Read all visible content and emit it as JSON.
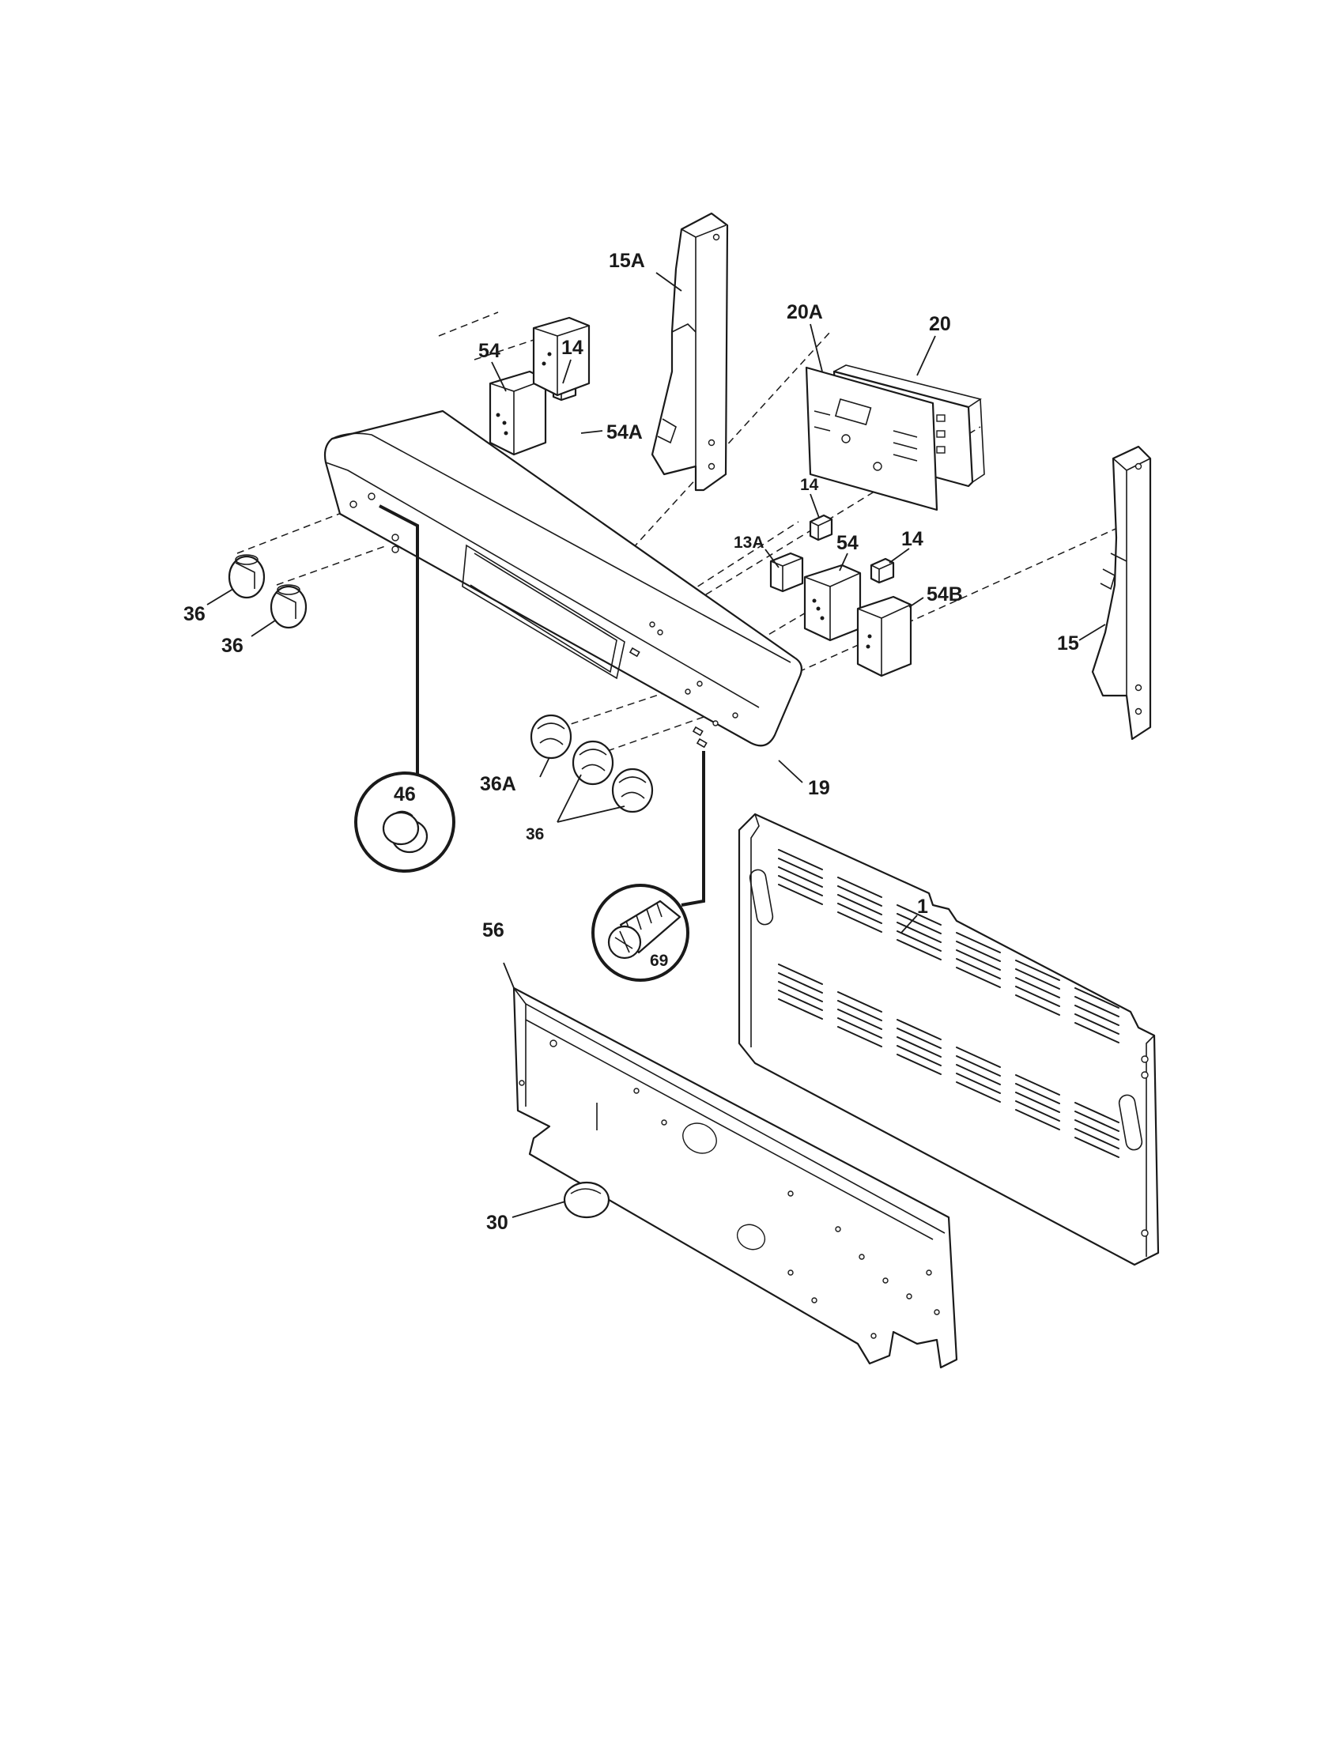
{
  "callouts": [
    {
      "id": "15A",
      "label": "15A"
    },
    {
      "id": "20A",
      "label": "20A"
    },
    {
      "id": "20",
      "label": "20"
    },
    {
      "id": "54-top",
      "label": "54"
    },
    {
      "id": "14-top",
      "label": "14"
    },
    {
      "id": "54A",
      "label": "54A"
    },
    {
      "id": "14-mid",
      "label": "14"
    },
    {
      "id": "13A",
      "label": "13A"
    },
    {
      "id": "54-mid",
      "label": "54"
    },
    {
      "id": "14-right",
      "label": "14"
    },
    {
      "id": "54B",
      "label": "54B"
    },
    {
      "id": "15",
      "label": "15"
    },
    {
      "id": "36-upper",
      "label": "36"
    },
    {
      "id": "36-lower",
      "label": "36"
    },
    {
      "id": "36A",
      "label": "36A"
    },
    {
      "id": "36-front",
      "label": "36"
    },
    {
      "id": "19",
      "label": "19"
    },
    {
      "id": "46",
      "label": "46"
    },
    {
      "id": "69",
      "label": "69"
    },
    {
      "id": "1",
      "label": "1"
    },
    {
      "id": "56",
      "label": "56"
    },
    {
      "id": "30",
      "label": "30"
    }
  ]
}
